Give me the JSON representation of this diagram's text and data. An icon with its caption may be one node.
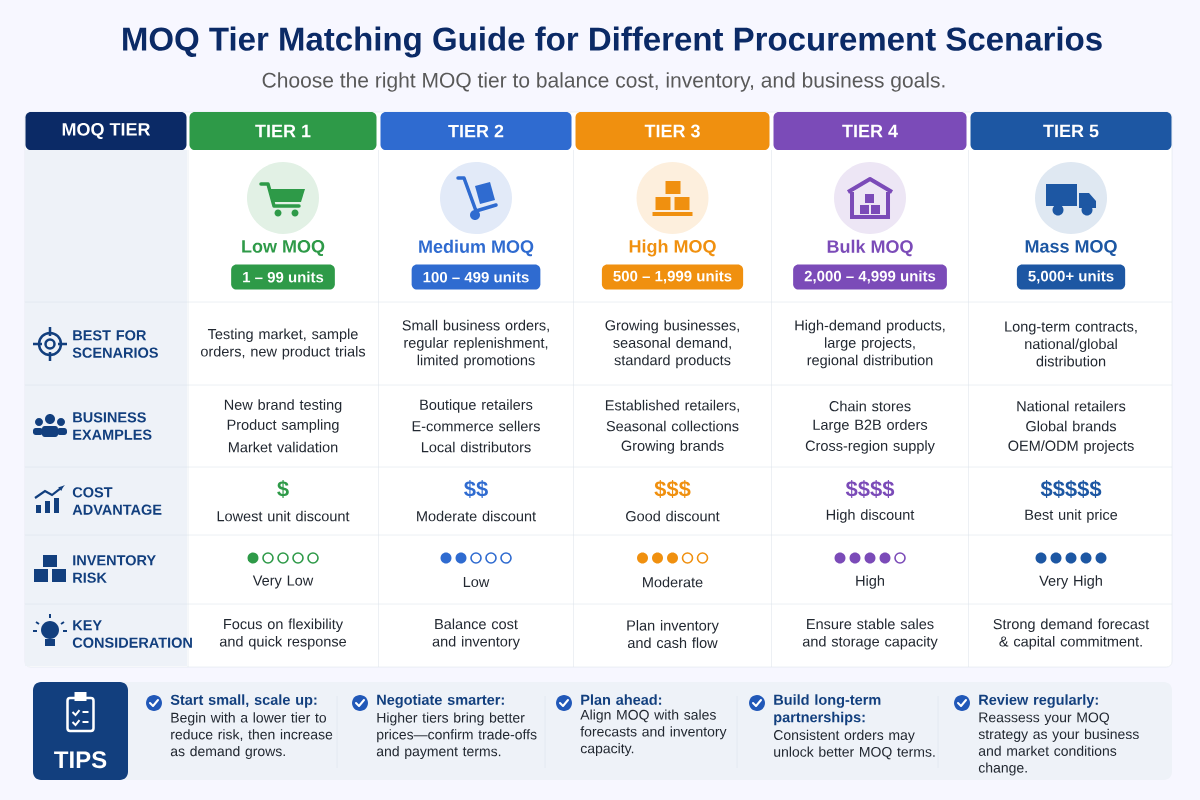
{
  "diagram": {
    "title": "MOQ Tier Matching Guide for Different Procurement Scenarios",
    "nodes": [
      {
        "text": [
          "MOQ TIER"
        ]
      },
      {
        "text": [
          "TIER 1"
        ]
      },
      {
        "text": [
          "TIER 2"
        ]
      },
      {
        "text": [
          "TIER 3"
        ]
      },
      {
        "text": [
          "TIER 4"
        ]
      },
      {
        "text": [
          "TIER 5"
        ]
      },
      {
        "text": [
          "1 – 99 units"
        ],
        "beside": [
          "Low MOQ"
        ]
      },
      {
        "text": [
          "100 – 499 units"
        ],
        "beside": [
          "Medium MOQ"
        ]
      },
      {
        "text": [
          "500 – 1,999 units"
        ],
        "beside": [
          "High MOQ"
        ]
      },
      {
        "text": [
          "2,000 – 4,999 units"
        ],
        "beside": [
          "Bulk MOQ"
        ]
      },
      {
        "text": [
          "5,000+ units"
        ],
        "beside": [
          "Mass MOQ"
        ]
      },
      {
        "text": [
          "TIPS"
        ]
      }
    ],
    "labels": [
      "Choose the right MOQ tier to balance cost, inventory, and business goals.",
      "BEST FOR SCENARIOS",
      "Testing market, sample orders, new product trials",
      "Small business orders, regular replenishment, limited promotions",
      "Growing businesses, seasonal demand, standard products",
      "High-demand products, large projects, regional distribution",
      "Long-term contracts, national/global distribution",
      "BUSINESS EXAMPLES",
      "New brand testing",
      "Product sampling",
      "Market validation",
      "Boutique retailers",
      "E-commerce sellers",
      "Local distributors",
      "Established retailers,",
      "Seasonal collections",
      "Growing brands",
      "Chain stores",
      "Large B2B orders",
      "Cross-region supply",
      "National retailers",
      "Global brands",
      "OEM/ODM projects",
      "COST ADVANTAGE",
      "$",
      "Lowest unit discount",
      "$$",
      "Moderate discount",
      "$$$",
      "Good discount",
      "$$$$",
      "High discount",
      "$$$$$",
      "Best unit price",
      "INVENTORY RISK",
      "Very Low",
      "Low",
      "Moderate",
      "High",
      "Very High",
      "KEY CONSIDERATION",
      "Focus on flexibility and quick response",
      "Balance cost and inventory",
      "Plan inventory and cash flow",
      "Ensure stable sales and storage capacity",
      "Strong demand forecast & capital commitment.",
      "Start small, scale up:",
      "Begin with a lower tier to reduce risk, then increase as demand grows.",
      "Negotiate smarter:",
      "Higher tiers bring better prices—confirm trade-offs and payment terms.",
      "Plan ahead:",
      "Align MOQ with sales forecasts and inventory capacity.",
      "Build long-term partnerships:",
      "Consistent orders may unlock better MOQ terms.",
      "Review regularly:",
      "Reassess your MOQ strategy as your business and market conditions change."
    ]
  }
}
